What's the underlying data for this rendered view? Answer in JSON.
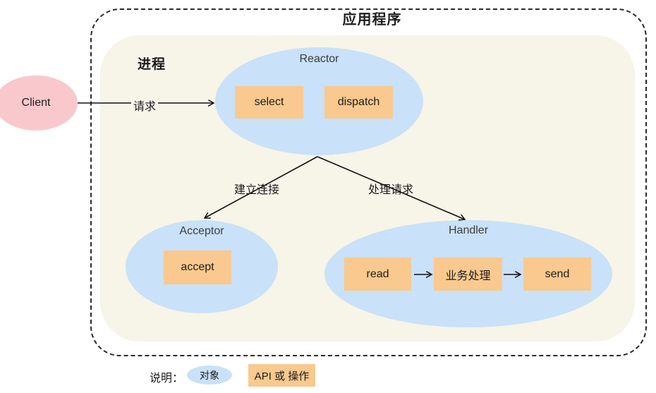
{
  "colors": {
    "blue": "#c9e1f9",
    "orange": "#f9c98f",
    "pink": "#f9c8cd",
    "cream": "#f7f4e8",
    "line": "#111111",
    "text": "#1c1c1c",
    "node_label": "#3c3c3c"
  },
  "application": {
    "title": "应用程序"
  },
  "process": {
    "label": "进程"
  },
  "client": {
    "label": "Client"
  },
  "edges": {
    "request": "请求",
    "establish_connection": "建立连接",
    "handle_request": "处理请求"
  },
  "nodes": {
    "reactor": {
      "label": "Reactor",
      "ops": [
        "select",
        "dispatch"
      ]
    },
    "acceptor": {
      "label": "Acceptor",
      "ops": [
        "accept"
      ]
    },
    "handler": {
      "label": "Handler",
      "ops": [
        "read",
        "业务处理",
        "send"
      ]
    }
  },
  "legend": {
    "title": "说明：",
    "object_label": "对象",
    "api_label": "API 或 操作"
  }
}
